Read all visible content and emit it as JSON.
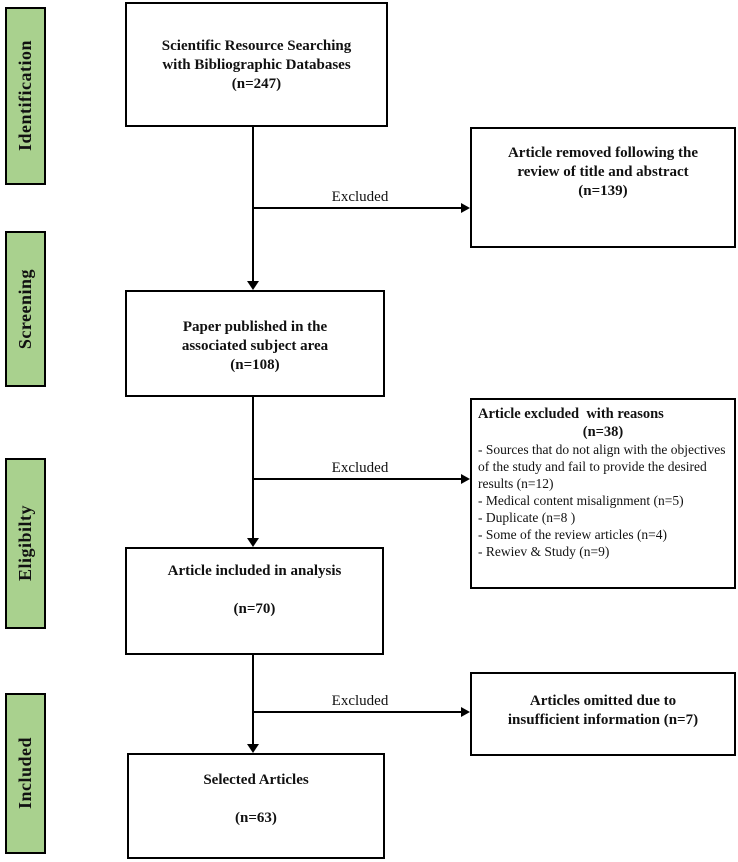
{
  "sidebar": {
    "stages": [
      {
        "label": "Identification"
      },
      {
        "label": "Screening"
      },
      {
        "label": "Eligibilty"
      },
      {
        "label": "Included"
      }
    ]
  },
  "flow": {
    "source": {
      "line1": "Scientific Resource Searching",
      "line2": "with Bibliographic Databases",
      "count": "(n=247)"
    },
    "removed": {
      "line1": "Article removed following the",
      "line2": "review of title and abstract",
      "count": "(n=139)"
    },
    "screened": {
      "line1": "Paper published in the",
      "line2": "associated subject area",
      "count": "(n=108)"
    },
    "excluded_reasons": {
      "title": "Article excluded  with reasons",
      "count": "(n=38)",
      "items": [
        "- Sources that do not align with the objectives of the study and fail to provide the desired results (n=12)",
        "- Medical content misalignment (n=5)",
        "- Duplicate (n=8 )",
        "- Some of the review articles (n=4)",
        "- Rewiev & Study (n=9)"
      ]
    },
    "included_analysis": {
      "line1": "Article included in analysis",
      "count": "(n=70)"
    },
    "omitted": {
      "line1": "Articles omitted due to",
      "line2": "insufficient information (n=7)"
    },
    "selected": {
      "line1": "Selected Articles",
      "count": "(n=63)"
    },
    "edge_labels": {
      "excluded1": "Excluded",
      "excluded2": "Excluded",
      "excluded3": "Excluded"
    }
  },
  "colors": {
    "stage_fill": "#A9D18E",
    "border": "#000000",
    "background": "#ffffff"
  }
}
